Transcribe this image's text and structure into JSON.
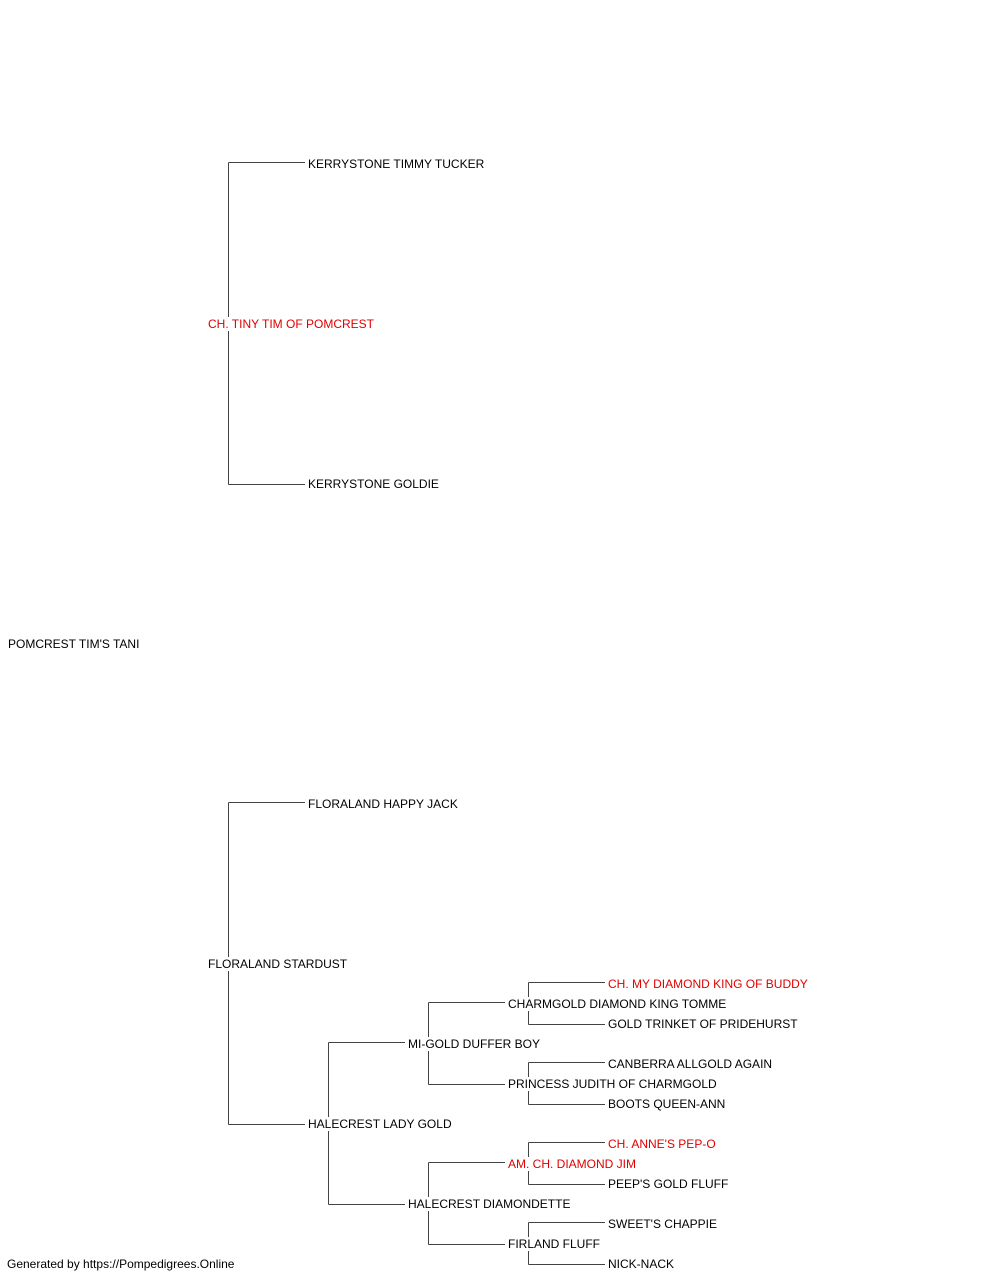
{
  "pedigree": {
    "subject": {
      "name": "POMCREST TIM'S TANI",
      "champion": false
    },
    "sire": {
      "name": "CH. TINY TIM OF POMCREST",
      "champion": true,
      "sire": {
        "name": "KERRYSTONE TIMMY TUCKER",
        "champion": false
      },
      "dam": {
        "name": "KERRYSTONE GOLDIE",
        "champion": false
      }
    },
    "dam": {
      "name": "FLORALAND STARDUST",
      "champion": false,
      "sire": {
        "name": "FLORALAND HAPPY JACK",
        "champion": false
      },
      "dam": {
        "name": "HALECREST LADY GOLD",
        "champion": false,
        "sire": {
          "name": "MI-GOLD DUFFER BOY",
          "champion": false,
          "sire": {
            "name": "CHARMGOLD DIAMOND KING TOMME",
            "champion": false,
            "sire": {
              "name": "CH. MY DIAMOND KING OF BUDDY",
              "champion": true
            },
            "dam": {
              "name": "GOLD TRINKET OF PRIDEHURST",
              "champion": false
            }
          },
          "dam": {
            "name": "PRINCESS JUDITH OF CHARMGOLD",
            "champion": false,
            "sire": {
              "name": "CANBERRA ALLGOLD AGAIN",
              "champion": false
            },
            "dam": {
              "name": "BOOTS QUEEN-ANN",
              "champion": false
            }
          }
        },
        "dam": {
          "name": "HALECREST DIAMONDETTE",
          "champion": false,
          "sire": {
            "name": "AM. CH. DIAMOND JIM",
            "champion": true,
            "sire": {
              "name": "CH. ANNE'S PEP-O",
              "champion": true
            },
            "dam": {
              "name": "PEEP'S GOLD FLUFF",
              "champion": false
            }
          },
          "dam": {
            "name": "FIRLAND FLUFF",
            "champion": false,
            "sire": {
              "name": "SWEET'S CHAPPIE",
              "champion": false
            },
            "dam": {
              "name": "NICK-NACK",
              "champion": false
            }
          }
        }
      }
    }
  },
  "footer": {
    "text": "Generated by https://Pompedigrees.Online"
  },
  "colors": {
    "champion": "#e00000",
    "normal": "#000000",
    "line": "#444444"
  }
}
